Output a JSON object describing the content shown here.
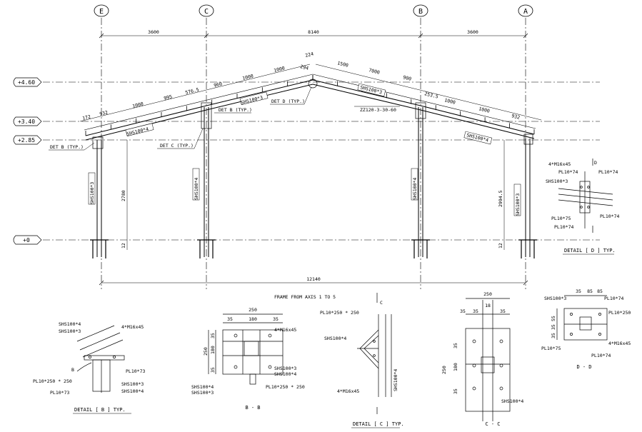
{
  "axes": [
    "E",
    "C",
    "B",
    "A"
  ],
  "top_dims": [
    "3600",
    "8140",
    "3600"
  ],
  "levels": [
    "+4.60",
    "+3.40",
    "+2.85",
    "+0"
  ],
  "rafter_dims": {
    "left": [
      "172",
      "932",
      "1000",
      "995",
      "576.5",
      "960",
      "1000",
      "1000",
      "224"
    ],
    "right": [
      "294",
      "1500",
      "7000",
      "900",
      "253.5",
      "1000",
      "1000",
      "932"
    ]
  },
  "members": {
    "rafter_left_low": "SHS100*4",
    "rafter_left_high": "SHS100*3",
    "rafter_right_high": "SHS100*3",
    "rafter_right_low": "SHS100*4",
    "col_E": "SHS100*3",
    "col_C": "SHS100*4",
    "col_B": "SHS100*4",
    "col_A": "SHS100*3",
    "purlin": "ZZ120-3-30-60"
  },
  "callouts": {
    "det_b_left": "DET B (TYP.)",
    "det_b_mid": "DET B (TYP.)",
    "det_c": "DET C (TYP.)",
    "det_d": "DET D (TYP.)"
  },
  "heights": [
    "2780",
    "12",
    "12",
    "2994.5"
  ],
  "overall_dim": "12140",
  "detail_d1": {
    "title": "DETAIL [ D ] TYP.",
    "labels": [
      "4*M16x45",
      "PL10*74",
      "SHS100*3",
      "PL10*74",
      "PL10*75",
      "PL10*74",
      "PL10*74"
    ],
    "mark": "D"
  },
  "detail_b": {
    "title": "DETAIL [ B ] TYP.",
    "labels": [
      "SHS100*4",
      "SHS100*3",
      "4*M16x45",
      "PL10*73",
      "PL10*250 * 250",
      "SHS100*3",
      "SHS100*4",
      "PL10*73"
    ],
    "mark": "B"
  },
  "section_bb": {
    "title": "B - B",
    "header": "FRAME FROM AXIS 1 TO 5",
    "dims_top": [
      "250",
      "35",
      "180",
      "35"
    ],
    "dims_side": [
      "35",
      "180",
      "35",
      "250"
    ],
    "labels": [
      "4*M16x45",
      "SHS100*3",
      "SHS100*4",
      "PL10*250 * 250",
      "SHS100*4",
      "SHS100*3"
    ]
  },
  "detail_c": {
    "title": "DETAIL [ C ] TYP.",
    "labels": [
      "PL10*250 * 250",
      "SHS100*4",
      "4*M16x45",
      "SHS100*4"
    ],
    "mark": "C"
  },
  "section_cc": {
    "title": "C - C",
    "dims_top": [
      "250",
      "18",
      "35",
      "35",
      "35"
    ],
    "dims_side": [
      "35",
      "180",
      "35",
      "250"
    ],
    "labels": [
      "SHS100*4"
    ]
  },
  "section_dd": {
    "title": "D - D",
    "dims_top": [
      "35",
      "85",
      "85"
    ],
    "dims_side": [
      "55",
      "35",
      "35"
    ],
    "labels": [
      "SHS100*3",
      "PL10*74",
      "PL10*250",
      "4*M16x45",
      "PL10*75",
      "PL10*74"
    ]
  }
}
